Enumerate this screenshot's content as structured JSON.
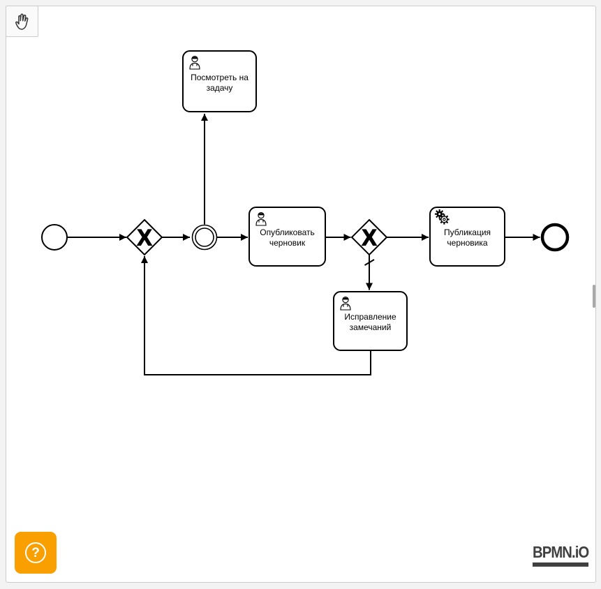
{
  "palette": {
    "tools": [
      {
        "name": "hand-tool",
        "icon": "hand-icon"
      }
    ]
  },
  "diagram": {
    "nodes": {
      "start_event": {
        "type": "start-event"
      },
      "gateway_1": {
        "type": "exclusive-gateway",
        "marker": "X"
      },
      "intermediate_event": {
        "type": "intermediate-event"
      },
      "task_view": {
        "label": "Посмотреть на задачу",
        "task_type": "user",
        "icon": "user-icon"
      },
      "task_publish": {
        "label": "Опубликовать черновик",
        "task_type": "user",
        "icon": "user-icon"
      },
      "gateway_2": {
        "type": "exclusive-gateway",
        "marker": "X"
      },
      "task_publication": {
        "label": "Публикация черновика",
        "task_type": "service",
        "icon": "gears-icon"
      },
      "task_fix": {
        "label": "Исправление замечаний",
        "task_type": "user",
        "icon": "user-icon"
      },
      "end_event": {
        "type": "end-event"
      }
    },
    "flows": [
      {
        "from": "start_event",
        "to": "gateway_1"
      },
      {
        "from": "gateway_1",
        "to": "intermediate_event"
      },
      {
        "from": "intermediate_event",
        "to": "task_view"
      },
      {
        "from": "intermediate_event",
        "to": "task_publish"
      },
      {
        "from": "task_publish",
        "to": "gateway_2"
      },
      {
        "from": "gateway_2",
        "to": "task_publication"
      },
      {
        "from": "gateway_2",
        "to": "task_fix",
        "default": true
      },
      {
        "from": "task_fix",
        "to": "gateway_1"
      },
      {
        "from": "task_publication",
        "to": "end_event"
      }
    ],
    "stroke_color": "#000000"
  },
  "help": {
    "label": "?",
    "icon": "question-circle-icon",
    "color": "#f9a000"
  },
  "logo": {
    "text": "BPMN.iO",
    "color": "#404040"
  }
}
